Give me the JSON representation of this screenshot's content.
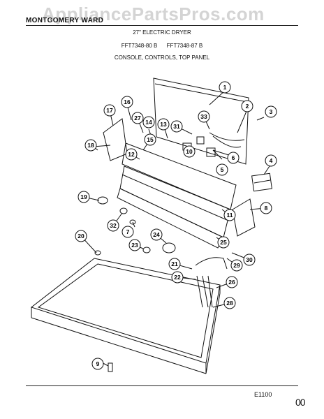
{
  "header": {
    "brand": "MONTGOMERY WARD",
    "watermark": "AppliancePartsPros.com",
    "product": "27\" ELECTRIC DRYER",
    "models": "FFT7348-80 B      FFT7348-87 B",
    "section": "CONSOLE, CONTROLS, TOP PANEL"
  },
  "diagram_code": "E1100",
  "corner_mark": "00",
  "callouts": [
    "1",
    "2",
    "3",
    "4",
    "5",
    "6",
    "7",
    "8",
    "9",
    "10",
    "11",
    "12",
    "13",
    "14",
    "15",
    "16",
    "17",
    "18",
    "19",
    "20",
    "21",
    "22",
    "23",
    "24",
    "25",
    "26",
    "27",
    "28",
    "29",
    "30",
    "31",
    "32",
    "33"
  ],
  "colors": {
    "ink": "#111111",
    "watermark": "#a0a0a0"
  }
}
